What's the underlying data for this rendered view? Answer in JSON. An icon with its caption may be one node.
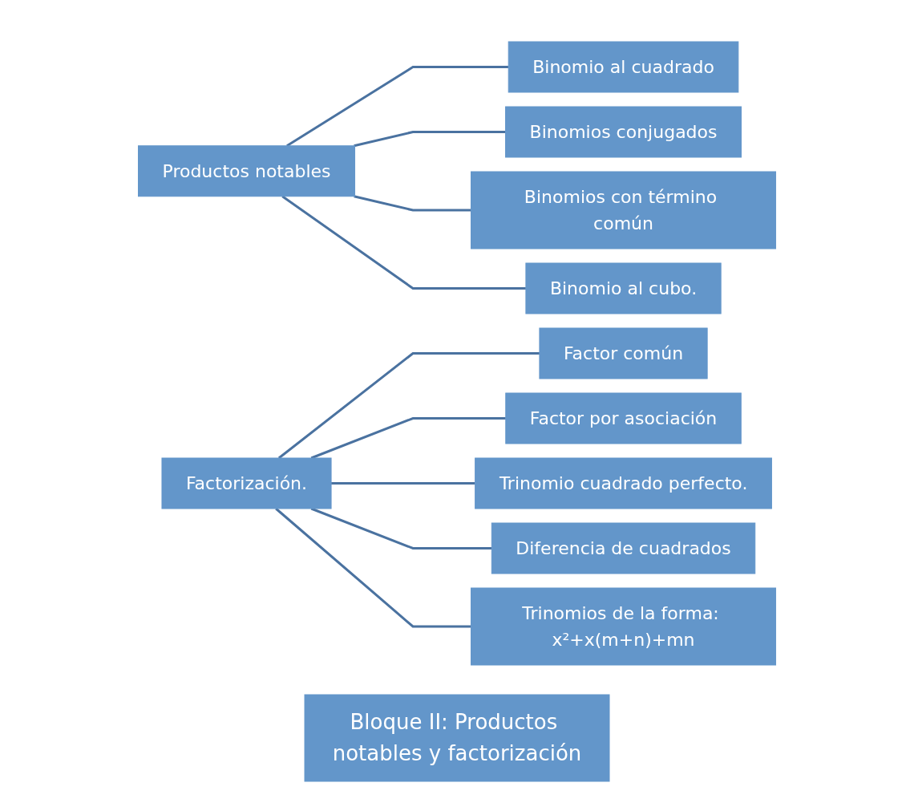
{
  "diagram": {
    "nodes": [
      {
        "text": [
          "Bloque II: Productos notables y factorización"
        ]
      },
      {
        "text": [
          "Productos notables"
        ]
      },
      {
        "text": [
          "Binomio al cuadrado"
        ]
      },
      {
        "text": [
          "Binomios conjugados"
        ]
      },
      {
        "text": [
          "Binomios con término común"
        ]
      },
      {
        "text": [
          "Binomio al cubo."
        ]
      },
      {
        "text": [
          "Factorización."
        ]
      },
      {
        "text": [
          "Factor común"
        ]
      },
      {
        "text": [
          "Factor por asociación"
        ]
      },
      {
        "text": [
          "Trinomio cuadrado perfecto."
        ]
      },
      {
        "text": [
          "Diferencia de cuadrados"
        ]
      },
      {
        "text": [
          "Trinomios de la forma: x²+x(m+n)+mn"
        ]
      }
    ],
    "edges": [
      {
        "from": 1,
        "to": 2,
        "arrow": "none"
      },
      {
        "from": 1,
        "to": 3,
        "arrow": "none"
      },
      {
        "from": 1,
        "to": 4,
        "arrow": "none"
      },
      {
        "from": 1,
        "to": 5,
        "arrow": "none"
      },
      {
        "from": 6,
        "to": 7,
        "arrow": "none"
      },
      {
        "from": 6,
        "to": 8,
        "arrow": "none"
      },
      {
        "from": 6,
        "to": 9,
        "arrow": "none"
      },
      {
        "from": 6,
        "to": 10,
        "arrow": "none"
      },
      {
        "from": 6,
        "to": 11,
        "arrow": "none"
      }
    ]
  }
}
